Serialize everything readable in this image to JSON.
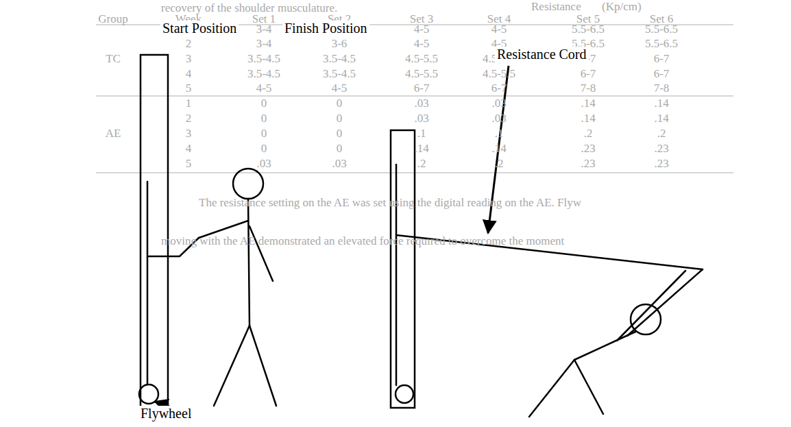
{
  "diagram": {
    "labels": [
      "recovery of the shoulder musculature.",
      "Resistance",
      "(Kp/cm)",
      "Group",
      "Week",
      "Set 1",
      "Set 2",
      "Set 3",
      "Set 4",
      "Set 5",
      "Set 6",
      "TC",
      "1",
      "3-4",
      "3-4",
      "4-5",
      "4-5",
      "5.5-6.5",
      "5.5-6.5",
      "2",
      "3-4",
      "3-6",
      "4-5",
      "4-5",
      "5.5-6.5",
      "5.5-6.5",
      "3",
      "3.5-4.5",
      "3.5-4.5",
      "4.5-5.5",
      "4.5-5.5",
      "6-7",
      "6-7",
      "4",
      "3.5-4.5",
      "3.5-4.5",
      "4.5-5.5",
      "4.5-5.5",
      "6-7",
      "6-7",
      "5",
      "4-5",
      "4-5",
      "6-7",
      "6-7",
      "7-8",
      "7-8",
      "AE",
      "1",
      "0",
      "0",
      ".03",
      ".03",
      ".14",
      ".14",
      "2",
      "0",
      "0",
      ".03",
      ".03",
      ".14",
      ".14",
      "3",
      "0",
      "0",
      ".1",
      ".1",
      ".2",
      ".2",
      "4",
      "0",
      "0",
      ".14",
      ".14",
      ".23",
      ".23",
      "5",
      ".03",
      ".03",
      ".2",
      ".2",
      ".23",
      ".23",
      "The resistance setting on the AE was set using the digital reading on the AE. Flyw",
      "moving with the AE demonstrated an elevated force required to overcome the moment",
      "Start Position",
      "Finish Position",
      "Resistance Cord",
      "Flywheel"
    ]
  }
}
